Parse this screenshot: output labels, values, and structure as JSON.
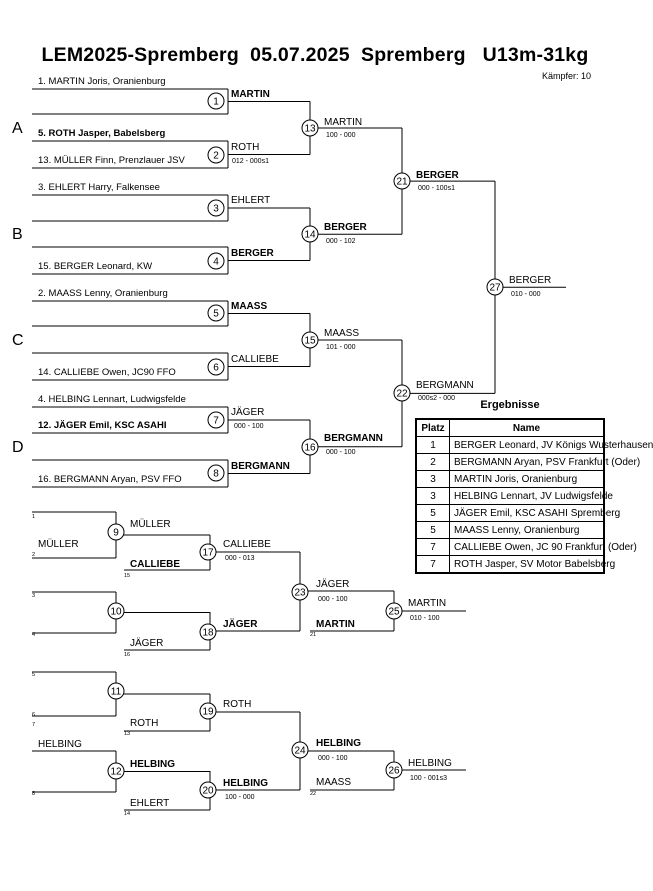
{
  "header": {
    "title": "LEM2025-Spremberg  05.07.2025  Spremberg   U13m-31kg",
    "fighters_count": "Kämpfer: 10"
  },
  "pools": [
    "A",
    "B",
    "C",
    "D"
  ],
  "seeds": [
    {
      "text": "1. MARTIN Joris,  Oranienburg",
      "bold": false
    },
    {
      "text": "5. ROTH Jasper, Babelsberg",
      "bold": true
    },
    {
      "text": "13. MÜLLER Finn, Prenzlauer JSV",
      "bold": false
    },
    {
      "text": "3. EHLERT Harry, Falkensee",
      "bold": false
    },
    {
      "text": "",
      "bold": false
    },
    {
      "text": "15. BERGER Leonard, KW",
      "bold": false
    },
    {
      "text": "2. MAASS Lenny,  Oranienburg",
      "bold": false
    },
    {
      "text": "",
      "bold": false
    },
    {
      "text": "14. CALLIEBE Owen, JC90 FFO",
      "bold": false
    },
    {
      "text": "4. HELBING Lennart, Ludwigsfelde",
      "bold": false
    },
    {
      "text": "12. JÄGER Emil, KSC ASAHI",
      "bold": true
    },
    {
      "text": "16. BERGMANN Aryan, PSV FFO",
      "bold": false
    }
  ],
  "fights": [
    {
      "no": "1",
      "winner": "MARTIN",
      "winner_bold": true,
      "score": ""
    },
    {
      "no": "2",
      "winner": "ROTH",
      "winner_bold": false,
      "score": "012 - 000s1"
    },
    {
      "no": "3",
      "winner": "EHLERT",
      "winner_bold": false,
      "score": ""
    },
    {
      "no": "4",
      "winner": "BERGER",
      "winner_bold": true,
      "score": ""
    },
    {
      "no": "5",
      "winner": "MAASS",
      "winner_bold": true,
      "score": ""
    },
    {
      "no": "6",
      "winner": "CALLIEBE",
      "winner_bold": false,
      "score": ""
    },
    {
      "no": "7",
      "winner": "JÄGER",
      "winner_bold": false,
      "score": "000 - 100"
    },
    {
      "no": "8",
      "winner": "BERGMANN",
      "winner_bold": true,
      "score": ""
    },
    {
      "no": "9",
      "winner": "MÜLLER",
      "winner_bold": false,
      "score": ""
    },
    {
      "no": "10",
      "winner": "",
      "winner_bold": false,
      "score": ""
    },
    {
      "no": "11",
      "winner": "",
      "winner_bold": false,
      "score": ""
    },
    {
      "no": "12",
      "winner": "HELBING",
      "winner_bold": true,
      "score": ""
    },
    {
      "no": "13",
      "winner": "MARTIN",
      "winner_bold": false,
      "score": "100 - 000"
    },
    {
      "no": "14",
      "winner": "BERGER",
      "winner_bold": true,
      "score": "000 - 102"
    },
    {
      "no": "15",
      "winner": "MAASS",
      "winner_bold": false,
      "score": "101 - 000"
    },
    {
      "no": "16",
      "winner": "BERGMANN",
      "winner_bold": true,
      "score": "000 - 100"
    },
    {
      "no": "17",
      "winner": "CALLIEBE",
      "winner_bold": false,
      "score": "000 - 013"
    },
    {
      "no": "18",
      "winner": "JÄGER",
      "winner_bold": true,
      "score": ""
    },
    {
      "no": "19",
      "winner": "ROTH",
      "winner_bold": false,
      "score": ""
    },
    {
      "no": "20",
      "winner": "HELBING",
      "winner_bold": true,
      "score": "100 - 000"
    },
    {
      "no": "21",
      "winner": "BERGER",
      "winner_bold": true,
      "score": "000 - 100s1"
    },
    {
      "no": "22",
      "winner": "BERGMANN",
      "winner_bold": false,
      "score": "000s2 - 000"
    },
    {
      "no": "23",
      "winner": "JÄGER",
      "winner_bold": false,
      "score": "000 - 100"
    },
    {
      "no": "24",
      "winner": "HELBING",
      "winner_bold": true,
      "score": "000 - 100"
    },
    {
      "no": "25",
      "winner": "MARTIN",
      "winner_bold": false,
      "score": "010 - 100"
    },
    {
      "no": "26",
      "winner": "HELBING",
      "winner_bold": false,
      "score": "100 - 001s3"
    },
    {
      "no": "27",
      "winner": "BERGER",
      "winner_bold": false,
      "score": "010 - 000"
    }
  ],
  "repechage_entries": [
    {
      "no": "1",
      "name": "",
      "bold": false
    },
    {
      "no": "2",
      "name": "MÜLLER",
      "bold": false
    },
    {
      "no": "",
      "name": "CALLIEBE",
      "bold": true
    },
    {
      "no": "15",
      "name": "",
      "bold": false
    },
    {
      "no": "3",
      "name": "",
      "bold": false
    },
    {
      "no": "4",
      "name": "",
      "bold": false
    },
    {
      "no": "",
      "name": "JÄGER",
      "bold": false
    },
    {
      "no": "16",
      "name": "",
      "bold": false
    },
    {
      "no": "",
      "name": "MARTIN",
      "bold": true
    },
    {
      "no": "21",
      "name": "",
      "bold": false
    },
    {
      "no": "5",
      "name": "",
      "bold": false
    },
    {
      "no": "6",
      "name": "",
      "bold": false
    },
    {
      "no": "",
      "name": "ROTH",
      "bold": false
    },
    {
      "no": "13",
      "name": "",
      "bold": false
    },
    {
      "no": "7",
      "name": "HELBING",
      "bold": false
    },
    {
      "no": "8",
      "name": "",
      "bold": false
    },
    {
      "no": "",
      "name": "EHLERT",
      "bold": false
    },
    {
      "no": "14",
      "name": "",
      "bold": false
    },
    {
      "no": "",
      "name": "MAASS",
      "bold": false
    },
    {
      "no": "22",
      "name": "",
      "bold": false
    }
  ],
  "results": {
    "title": "Ergebnisse",
    "col_place": "Platz",
    "col_name": "Name",
    "rows": [
      {
        "place": "1",
        "name": "BERGER Leonard, JV Königs Wusterhausen"
      },
      {
        "place": "2",
        "name": "BERGMANN Aryan, PSV Frankfurt (Oder)"
      },
      {
        "place": "3",
        "name": "MARTIN Joris,  Oranienburg"
      },
      {
        "place": "3",
        "name": "HELBING Lennart, JV Ludwigsfelde"
      },
      {
        "place": "5",
        "name": "JÄGER Emil, KSC ASAHI Spremberg"
      },
      {
        "place": "5",
        "name": "MAASS Lenny,  Oranienburg"
      },
      {
        "place": "7",
        "name": "CALLIEBE Owen, JC 90 Frankfurt (Oder)"
      },
      {
        "place": "7",
        "name": "ROTH Jasper, SV Motor Babelsberg"
      }
    ]
  }
}
